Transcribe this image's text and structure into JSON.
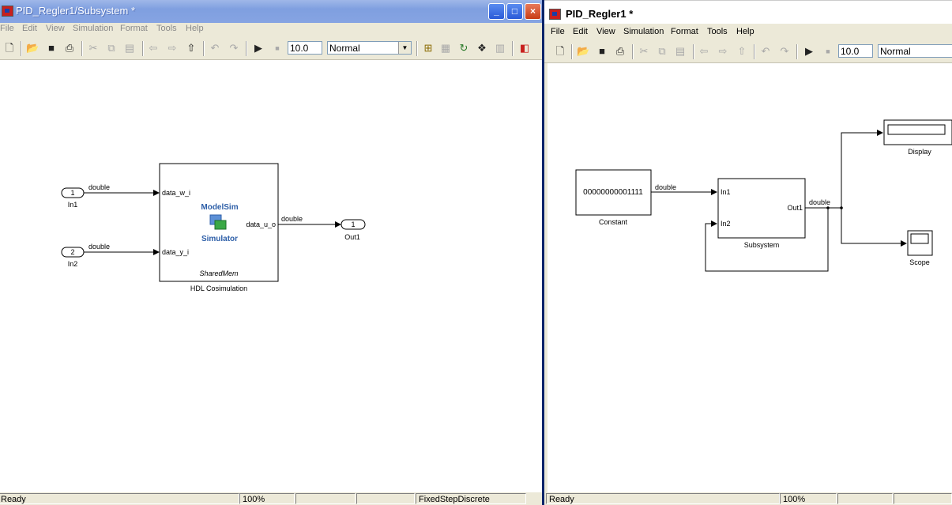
{
  "left_window": {
    "title": "PID_Regler1/Subsystem *",
    "menu": [
      "File",
      "Edit",
      "View",
      "Simulation",
      "Format",
      "Tools",
      "Help"
    ],
    "stop_time": "10.0",
    "sim_mode": "Normal",
    "status": {
      "ready": "Ready",
      "zoom": "100%",
      "solver": "FixedStepDiscrete"
    },
    "diagram": {
      "in1": {
        "number": "1",
        "label": "In1"
      },
      "in2": {
        "number": "2",
        "label": "In2"
      },
      "out1": {
        "number": "1",
        "label": "Out1"
      },
      "sig_in1": "double",
      "sig_in2": "double",
      "sig_out": "double",
      "cosim_block": {
        "label": "HDL Cosimulation",
        "port_in1": "data_w_i",
        "port_in2": "data_y_i",
        "port_out": "data_u_o",
        "logo_top": "ModelSim",
        "logo_bottom": "Simulator",
        "comm": "SharedMem"
      }
    }
  },
  "right_window": {
    "title": "PID_Regler1 *",
    "menu": [
      "File",
      "Edit",
      "View",
      "Simulation",
      "Format",
      "Tools",
      "Help"
    ],
    "stop_time": "10.0",
    "sim_mode": "Normal",
    "status": {
      "ready": "Ready",
      "zoom": "100%"
    },
    "diagram": {
      "constant": {
        "value": "00000000001111",
        "label": "Constant"
      },
      "sig_const": "double",
      "sig_out": "double",
      "subsystem": {
        "label": "Subsystem",
        "port_in1": "In1",
        "port_in2": "In2",
        "port_out": "Out1"
      },
      "display_label": "Display",
      "scope_label": "Scope"
    }
  },
  "colors": {
    "title_active": "#7f9fe0",
    "modelsim_blue": "#2e5fa8",
    "canvas": "#ffffff",
    "chrome": "#ece9d8"
  },
  "icons": [
    "new-icon",
    "open-icon",
    "save-icon",
    "print-icon",
    "cut-icon",
    "copy-icon",
    "paste-icon",
    "back-icon",
    "forward-icon",
    "up-icon",
    "undo-icon",
    "redo-icon",
    "play-icon",
    "stop-icon"
  ]
}
